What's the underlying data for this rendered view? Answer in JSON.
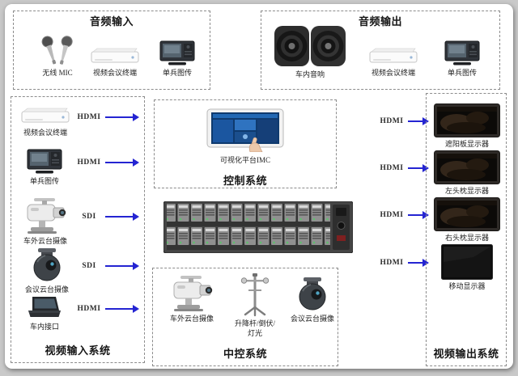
{
  "colors": {
    "arrow": "#2424d2",
    "box_border": "#8c8c8c",
    "text": "#161616"
  },
  "audio_input": {
    "title": "音频输入",
    "items": [
      {
        "label": "无线 MIC",
        "icon": "wireless-mic"
      },
      {
        "label": "视频会议终端",
        "icon": "video-conference-terminal"
      },
      {
        "label": "单兵图传",
        "icon": "portable-video-transmitter"
      }
    ]
  },
  "audio_output": {
    "title": "音频输出",
    "items": [
      {
        "label": "车内音响",
        "icon": "car-speakers"
      },
      {
        "label": "视频会议终端",
        "icon": "video-conference-terminal"
      },
      {
        "label": "单兵图传",
        "icon": "portable-video-transmitter"
      }
    ]
  },
  "video_input": {
    "title": "视频输入系统",
    "items": [
      {
        "label": "视频会议终端",
        "conn": "HDMI",
        "icon": "video-conference-terminal"
      },
      {
        "label": "单兵图传",
        "conn": "HDMI",
        "icon": "portable-video-transmitter"
      },
      {
        "label": "车外云台摄像",
        "conn": "SDI",
        "icon": "ptz-camera"
      },
      {
        "label": "会议云台摄像",
        "conn": "SDI",
        "icon": "dome-camera"
      },
      {
        "label": "车内接口",
        "conn": "HDMI",
        "icon": "laptop"
      }
    ]
  },
  "control": {
    "title": "控制系统",
    "device_label": "可视化平台IMC",
    "icon": "touch-tablet"
  },
  "matrix": {
    "icon": "av-matrix-rack"
  },
  "central_control": {
    "title": "中控系统",
    "items": [
      {
        "label": "车外云台摄像",
        "icon": "ptz-camera"
      },
      {
        "label": "升降杆/倒伏/\n灯光",
        "icon": "mast-pole"
      },
      {
        "label": "会议云台摄像",
        "icon": "dome-camera"
      }
    ]
  },
  "video_output": {
    "title": "视频输出系统",
    "items": [
      {
        "label": "遮阳板显示器",
        "conn": "HDMI",
        "icon": "monitor"
      },
      {
        "label": "左头枕显示器",
        "conn": "HDMI",
        "icon": "monitor"
      },
      {
        "label": "右头枕显示器",
        "conn": "HDMI",
        "icon": "monitor"
      },
      {
        "label": "移动显示器",
        "conn": "HDMI",
        "icon": "mobile-monitor"
      }
    ]
  }
}
